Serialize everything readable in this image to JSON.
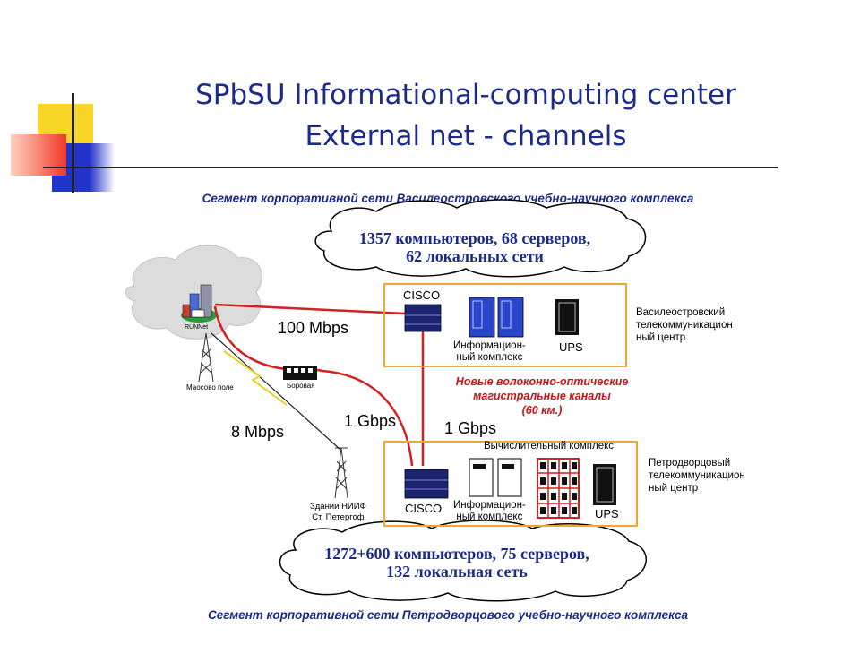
{
  "title": {
    "line1": "SPbSU Informational-computing center",
    "line2": "External net - channels"
  },
  "segments": {
    "top": "Сегмент корпоративной сети Василеостровского учебно-научного комплекса",
    "bottom": "Сегмент корпоративной сети Петродворцового учебно-научного комплекса"
  },
  "clouds": {
    "top": {
      "line1": "1357 компьютеров, 68 серверов,",
      "line2": "62 локальных сети"
    },
    "bottom": {
      "line1": "1272+600 компьютеров, 75 серверов,",
      "line2": "132 локальная сеть"
    }
  },
  "top_center": {
    "router": "CISCO",
    "info": {
      "line1": "Информацион-",
      "line2": "ный комплекс"
    },
    "ups": "UPS",
    "site": {
      "line1": "Василеостровский",
      "line2": "телекоммуникацион",
      "line3": "ный центр"
    }
  },
  "bottom_center": {
    "router": "CISCO",
    "compute": "Вычислительный комплекс",
    "info": {
      "line1": "Информацион-",
      "line2": "ный комплекс"
    },
    "ups": "UPS",
    "site": {
      "line1": "Петродворцовый",
      "line2": "телекоммуникацион",
      "line3": "ный центр"
    }
  },
  "links": {
    "l100": "100 Mbps",
    "l8": "8 Mbps",
    "l1a": "1 Gbps",
    "l1b": "1 Gbps"
  },
  "fiber": {
    "line1": "Новые волоконно-оптические",
    "line2": "магистральные каналы",
    "line3": "(60 км.)"
  },
  "nodes": {
    "runnet": "RUNNet",
    "tower1": "Маосово поле",
    "relay": "Боровая",
    "tower2": {
      "line1": "Здании НИИФ",
      "line2": "Ст. Петергоф"
    }
  },
  "colors": {
    "title": "#1c2a8a",
    "fiber": "#c8151b",
    "box_border": "#f0a630",
    "decor_yellow": "#f5d22a",
    "decor_blue": "#2233cc",
    "decor_red": "#f03a2a"
  }
}
